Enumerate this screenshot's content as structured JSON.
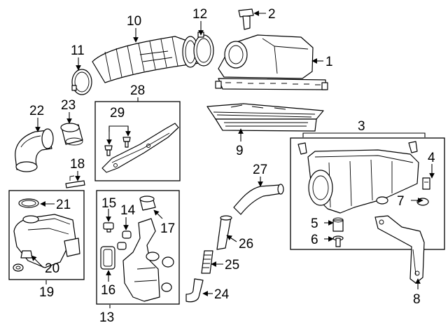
{
  "callouts": [
    {
      "id": "c1",
      "text": "1"
    },
    {
      "id": "c2",
      "text": "2"
    },
    {
      "id": "c3",
      "text": "3"
    },
    {
      "id": "c4",
      "text": "4"
    },
    {
      "id": "c5",
      "text": "5"
    },
    {
      "id": "c6",
      "text": "6"
    },
    {
      "id": "c7",
      "text": "7"
    },
    {
      "id": "c8",
      "text": "8"
    },
    {
      "id": "c9",
      "text": "9"
    },
    {
      "id": "c10",
      "text": "10"
    },
    {
      "id": "c11",
      "text": "11"
    },
    {
      "id": "c12",
      "text": "12"
    },
    {
      "id": "c13",
      "text": "13"
    },
    {
      "id": "c14",
      "text": "14"
    },
    {
      "id": "c15",
      "text": "15"
    },
    {
      "id": "c16",
      "text": "16"
    },
    {
      "id": "c17",
      "text": "17"
    },
    {
      "id": "c18",
      "text": "18"
    },
    {
      "id": "c19",
      "text": "19"
    },
    {
      "id": "c20",
      "text": "20"
    },
    {
      "id": "c21",
      "text": "21"
    },
    {
      "id": "c22",
      "text": "22"
    },
    {
      "id": "c23",
      "text": "23"
    },
    {
      "id": "c24",
      "text": "24"
    },
    {
      "id": "c25",
      "text": "25"
    },
    {
      "id": "c26",
      "text": "26"
    },
    {
      "id": "c27",
      "text": "27"
    },
    {
      "id": "c28",
      "text": "28"
    },
    {
      "id": "c29",
      "text": "29"
    }
  ],
  "colors": {
    "line": "#000000",
    "background": "#ffffff"
  }
}
